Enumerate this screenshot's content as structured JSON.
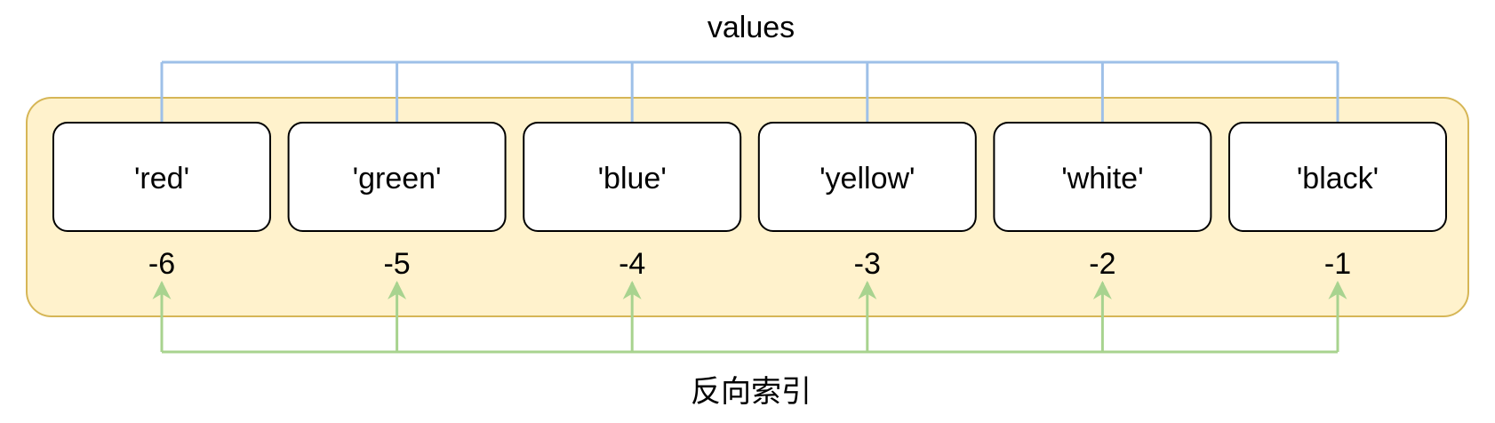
{
  "top_label": "values",
  "bottom_label": "反向索引",
  "items": [
    {
      "value": "'red'",
      "index": "-6"
    },
    {
      "value": "'green'",
      "index": "-5"
    },
    {
      "value": "'blue'",
      "index": "-4"
    },
    {
      "value": "'yellow'",
      "index": "-3"
    },
    {
      "value": "'white'",
      "index": "-2"
    },
    {
      "value": "'black'",
      "index": "-1"
    }
  ],
  "colors": {
    "container_fill": "#fff2cc",
    "container_stroke": "#d6b656",
    "box_fill": "#ffffff",
    "box_stroke": "#000000",
    "values_arrow": "#9ec0e8",
    "index_arrow": "#a8d38f"
  }
}
